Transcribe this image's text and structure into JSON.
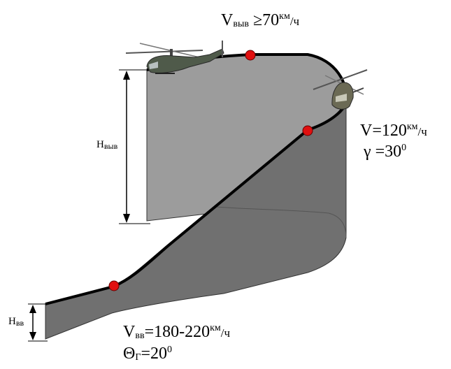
{
  "labels": {
    "v_exit": {
      "sym": "V",
      "sub": "выв",
      "rest": " ≥70",
      "unit_sup": "км",
      "unit_tail": "/ч"
    },
    "v_turn": {
      "text": "V=120",
      "unit_sup": "км",
      "unit_tail": "/ч"
    },
    "gamma": {
      "text": "γ =30",
      "sup": "0"
    },
    "h_exit": {
      "sym": "Н",
      "sub": "выв"
    },
    "h_entry": {
      "sym": "Н",
      "sub": "вв"
    },
    "v_entry": {
      "sym": "V",
      "sub": "вв",
      "rest": "=180-220",
      "unit_sup": "км",
      "unit_tail": "/ч"
    },
    "theta": {
      "sym": "Θ",
      "sub": "Г",
      "rest": "=20",
      "sup": "0"
    }
  },
  "icons": [
    "helicopter-left-icon",
    "helicopter-right-icon"
  ],
  "colors": {
    "near_surface": "#6e6e6e",
    "far_surface": "#9c9c9c",
    "path": "#000000",
    "markers": "#e01010"
  }
}
